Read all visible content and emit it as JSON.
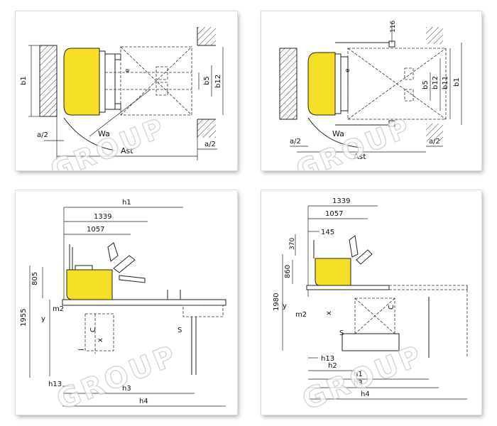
{
  "panels": {
    "top_left": {
      "labels": {
        "b1": "b1",
        "a2_left": "a/2",
        "a2_right": "a/2",
        "wa": "Wa",
        "ast": "Ast",
        "e": "e",
        "b5": "b5",
        "b12": "b12"
      }
    },
    "top_right": {
      "labels": {
        "d116": "116",
        "b5": "b5",
        "b12": "b12",
        "b11": "b11",
        "b1": "b1",
        "e": "e",
        "wa": "Wa",
        "ast": "Ast",
        "a2_left": "a/2",
        "a2_right": "a/2"
      }
    },
    "bottom_left": {
      "labels": {
        "h1": "h1",
        "d1339": "1339",
        "d1057": "1057",
        "d805": "805",
        "d1955": "1955",
        "y": "y",
        "m2": "m2",
        "c": "C",
        "x": "x",
        "l": "l",
        "s": "S",
        "h13": "h13",
        "h3": "h3",
        "h4": "h4"
      }
    },
    "bottom_right": {
      "labels": {
        "d1339": "1339",
        "d1057": "1057",
        "d145": "145",
        "d370": "370",
        "d860": "860",
        "d1980": "1980",
        "y": "y",
        "m2": "m2",
        "x": "x",
        "c": "C",
        "s": "S",
        "h13": "h13",
        "h2": "h2",
        "h1": "h1",
        "h3": "h3",
        "h4": "h4"
      }
    }
  },
  "watermark": "GROUP",
  "colors": {
    "body": "#f5e027",
    "line": "#222222",
    "watermark": "#ffffff"
  }
}
